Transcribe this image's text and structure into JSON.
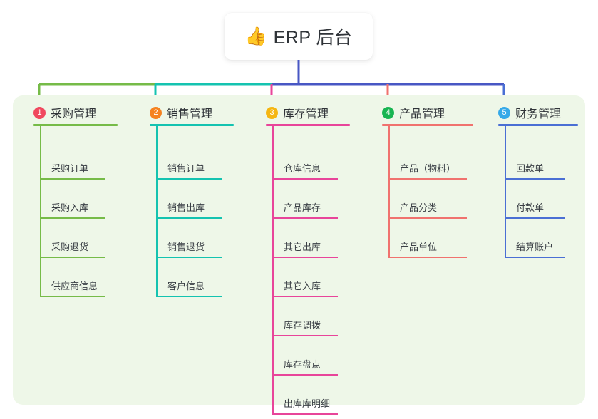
{
  "root": {
    "icon": "thumbs-up-icon",
    "emoji": "👍",
    "title": "ERP 后台"
  },
  "palette": {
    "panel_background": "#eef7e8",
    "page_background": "#ffffff",
    "card_background": "#ffffff",
    "text": "#2f3338",
    "stem": "#4857c4",
    "bus_segment_1": "#76bb48",
    "bus_segment_2": "#14c3b0",
    "bus_segment_3": "#4857c4"
  },
  "columns": [
    {
      "index": "1",
      "badge_glyph": "1",
      "badge_color": "#f0485e",
      "line_color": "#76bb48",
      "drop_color": "#76bb48",
      "title": "采购管理",
      "items": [
        "采购订单",
        "采购入库",
        "采购退货",
        "供应商信息"
      ]
    },
    {
      "index": "2",
      "badge_glyph": "2",
      "badge_color": "#f5821f",
      "line_color": "#14c3b0",
      "drop_color": "#14c3b0",
      "title": "销售管理",
      "items": [
        "销售订单",
        "销售出库",
        "销售退货",
        "客户信息"
      ]
    },
    {
      "index": "3",
      "badge_glyph": "3",
      "badge_color": "#f5b612",
      "line_color": "#e8459a",
      "drop_color": "#e8459a",
      "title": "库存管理",
      "items": [
        "仓库信息",
        "产品库存",
        "其它出库",
        "其它入库",
        "库存调拨",
        "库存盘点",
        "出库库明细"
      ]
    },
    {
      "index": "4",
      "badge_glyph": "4",
      "badge_color": "#18b552",
      "line_color": "#f0726e",
      "drop_color": "#f0726e",
      "title": "产品管理",
      "items": [
        "产品（物料）",
        "产品分类",
        "产品单位"
      ]
    },
    {
      "index": "5",
      "badge_glyph": "5",
      "badge_color": "#35a9e8",
      "line_color": "#4a6fd4",
      "drop_color": "#4a6fd4",
      "title": "财务管理",
      "items": [
        "回款单",
        "付款单",
        "结算账户"
      ]
    }
  ]
}
